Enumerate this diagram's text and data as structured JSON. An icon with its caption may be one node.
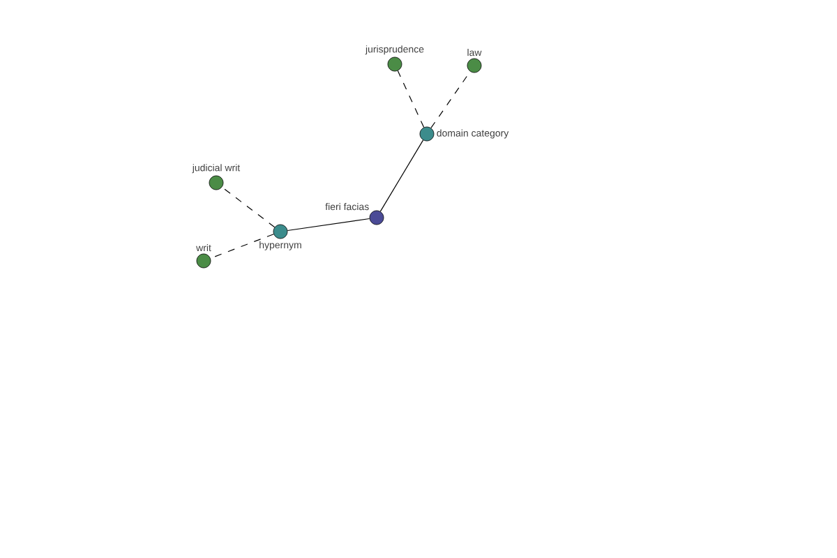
{
  "diagram": {
    "nodes": [
      {
        "text": [
          "fieri facias"
        ]
      },
      {
        "text": [
          "domain category"
        ]
      },
      {
        "text": [
          "jurisprudence"
        ]
      },
      {
        "text": [
          "law"
        ]
      },
      {
        "text": [
          "hypernym"
        ]
      },
      {
        "text": [
          "judicial writ"
        ]
      },
      {
        "text": [
          "writ"
        ]
      }
    ],
    "edges": [
      {
        "from": 0,
        "to": 1,
        "arrow": "none"
      },
      {
        "from": 1,
        "to": 2,
        "arrow": "none",
        "style": "dashed"
      },
      {
        "from": 1,
        "to": 3,
        "arrow": "none",
        "style": "dashed"
      },
      {
        "from": 0,
        "to": 4,
        "arrow": "none"
      },
      {
        "from": 4,
        "to": 5,
        "arrow": "none",
        "style": "dashed"
      },
      {
        "from": 4,
        "to": 6,
        "arrow": "none",
        "style": "dashed"
      }
    ]
  }
}
